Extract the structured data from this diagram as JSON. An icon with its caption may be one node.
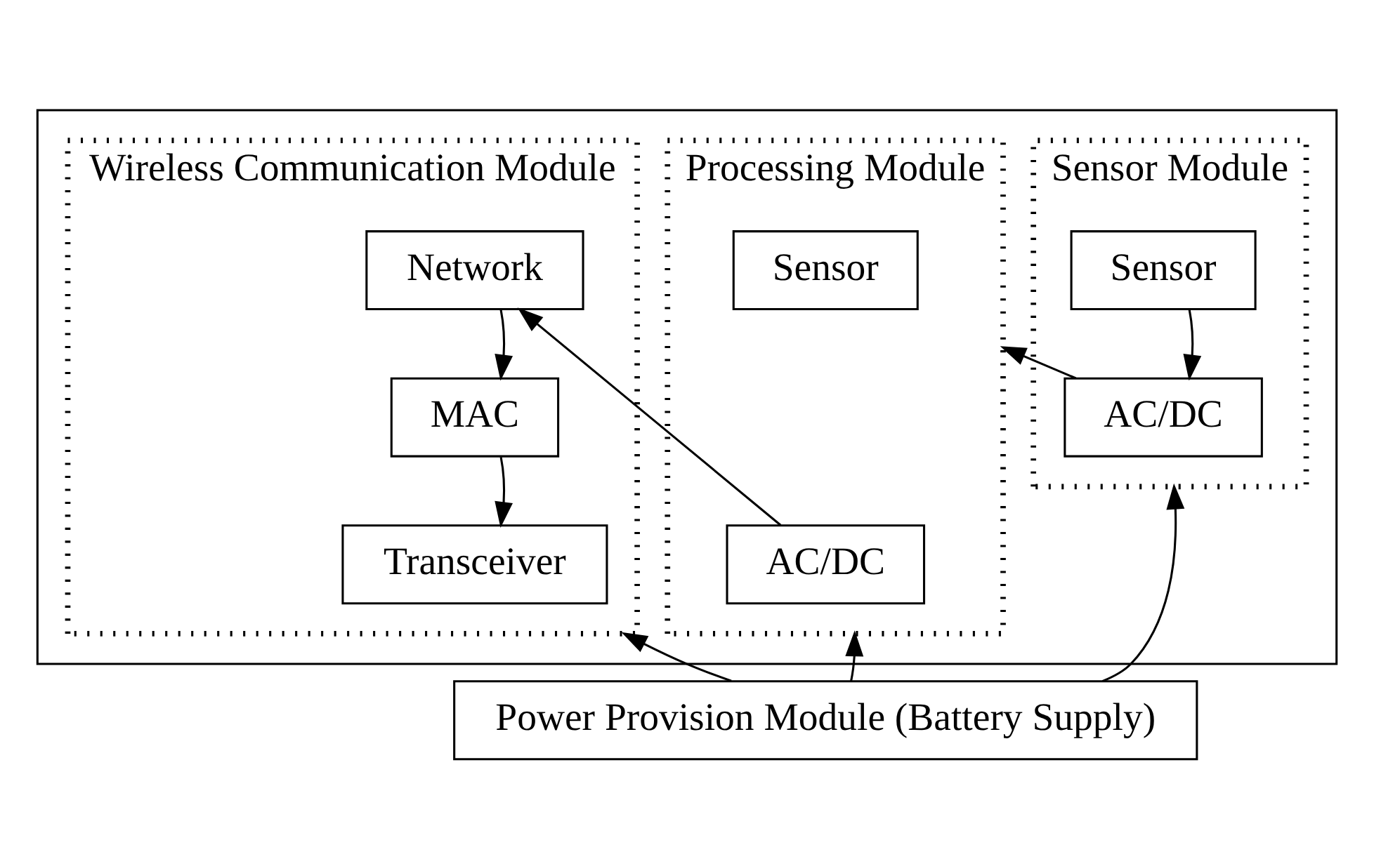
{
  "diagram": {
    "nodes": [
      {
        "text": [],
        "shape": "box"
      },
      {
        "text": [
          "Sensor Module"
        ],
        "in": 0
      },
      {
        "text": [
          "Sensor"
        ],
        "in": 1
      },
      {
        "text": [
          "AC/DC"
        ],
        "in": 1
      },
      {
        "text": [
          "Processing Module"
        ],
        "in": 0
      },
      {
        "text": [
          "Sensor"
        ],
        "in": 4
      },
      {
        "text": [
          "AC/DC"
        ],
        "in": 4
      },
      {
        "text": [
          "Wireless Communication Module"
        ],
        "in": 0
      },
      {
        "text": [
          "Network"
        ],
        "in": 7
      },
      {
        "text": [
          "MAC"
        ],
        "in": 7
      },
      {
        "text": [
          "Transceiver"
        ],
        "in": 7
      },
      {
        "text": [
          "Power Provision Module (Battery Supply)"
        ]
      }
    ],
    "edges": [
      {
        "from": 2,
        "to": 3,
        "arrow": "to"
      },
      {
        "from": 3,
        "to": 4,
        "arrow": "to"
      },
      {
        "from": 6,
        "to": 8,
        "arrow": "to"
      },
      {
        "from": 8,
        "to": 9,
        "arrow": "to"
      },
      {
        "from": 9,
        "to": 10,
        "arrow": "to"
      },
      {
        "from": 11,
        "to": 1,
        "arrow": "to"
      },
      {
        "from": 11,
        "to": 4,
        "arrow": "to"
      },
      {
        "from": 11,
        "to": 7,
        "arrow": "to"
      }
    ]
  }
}
